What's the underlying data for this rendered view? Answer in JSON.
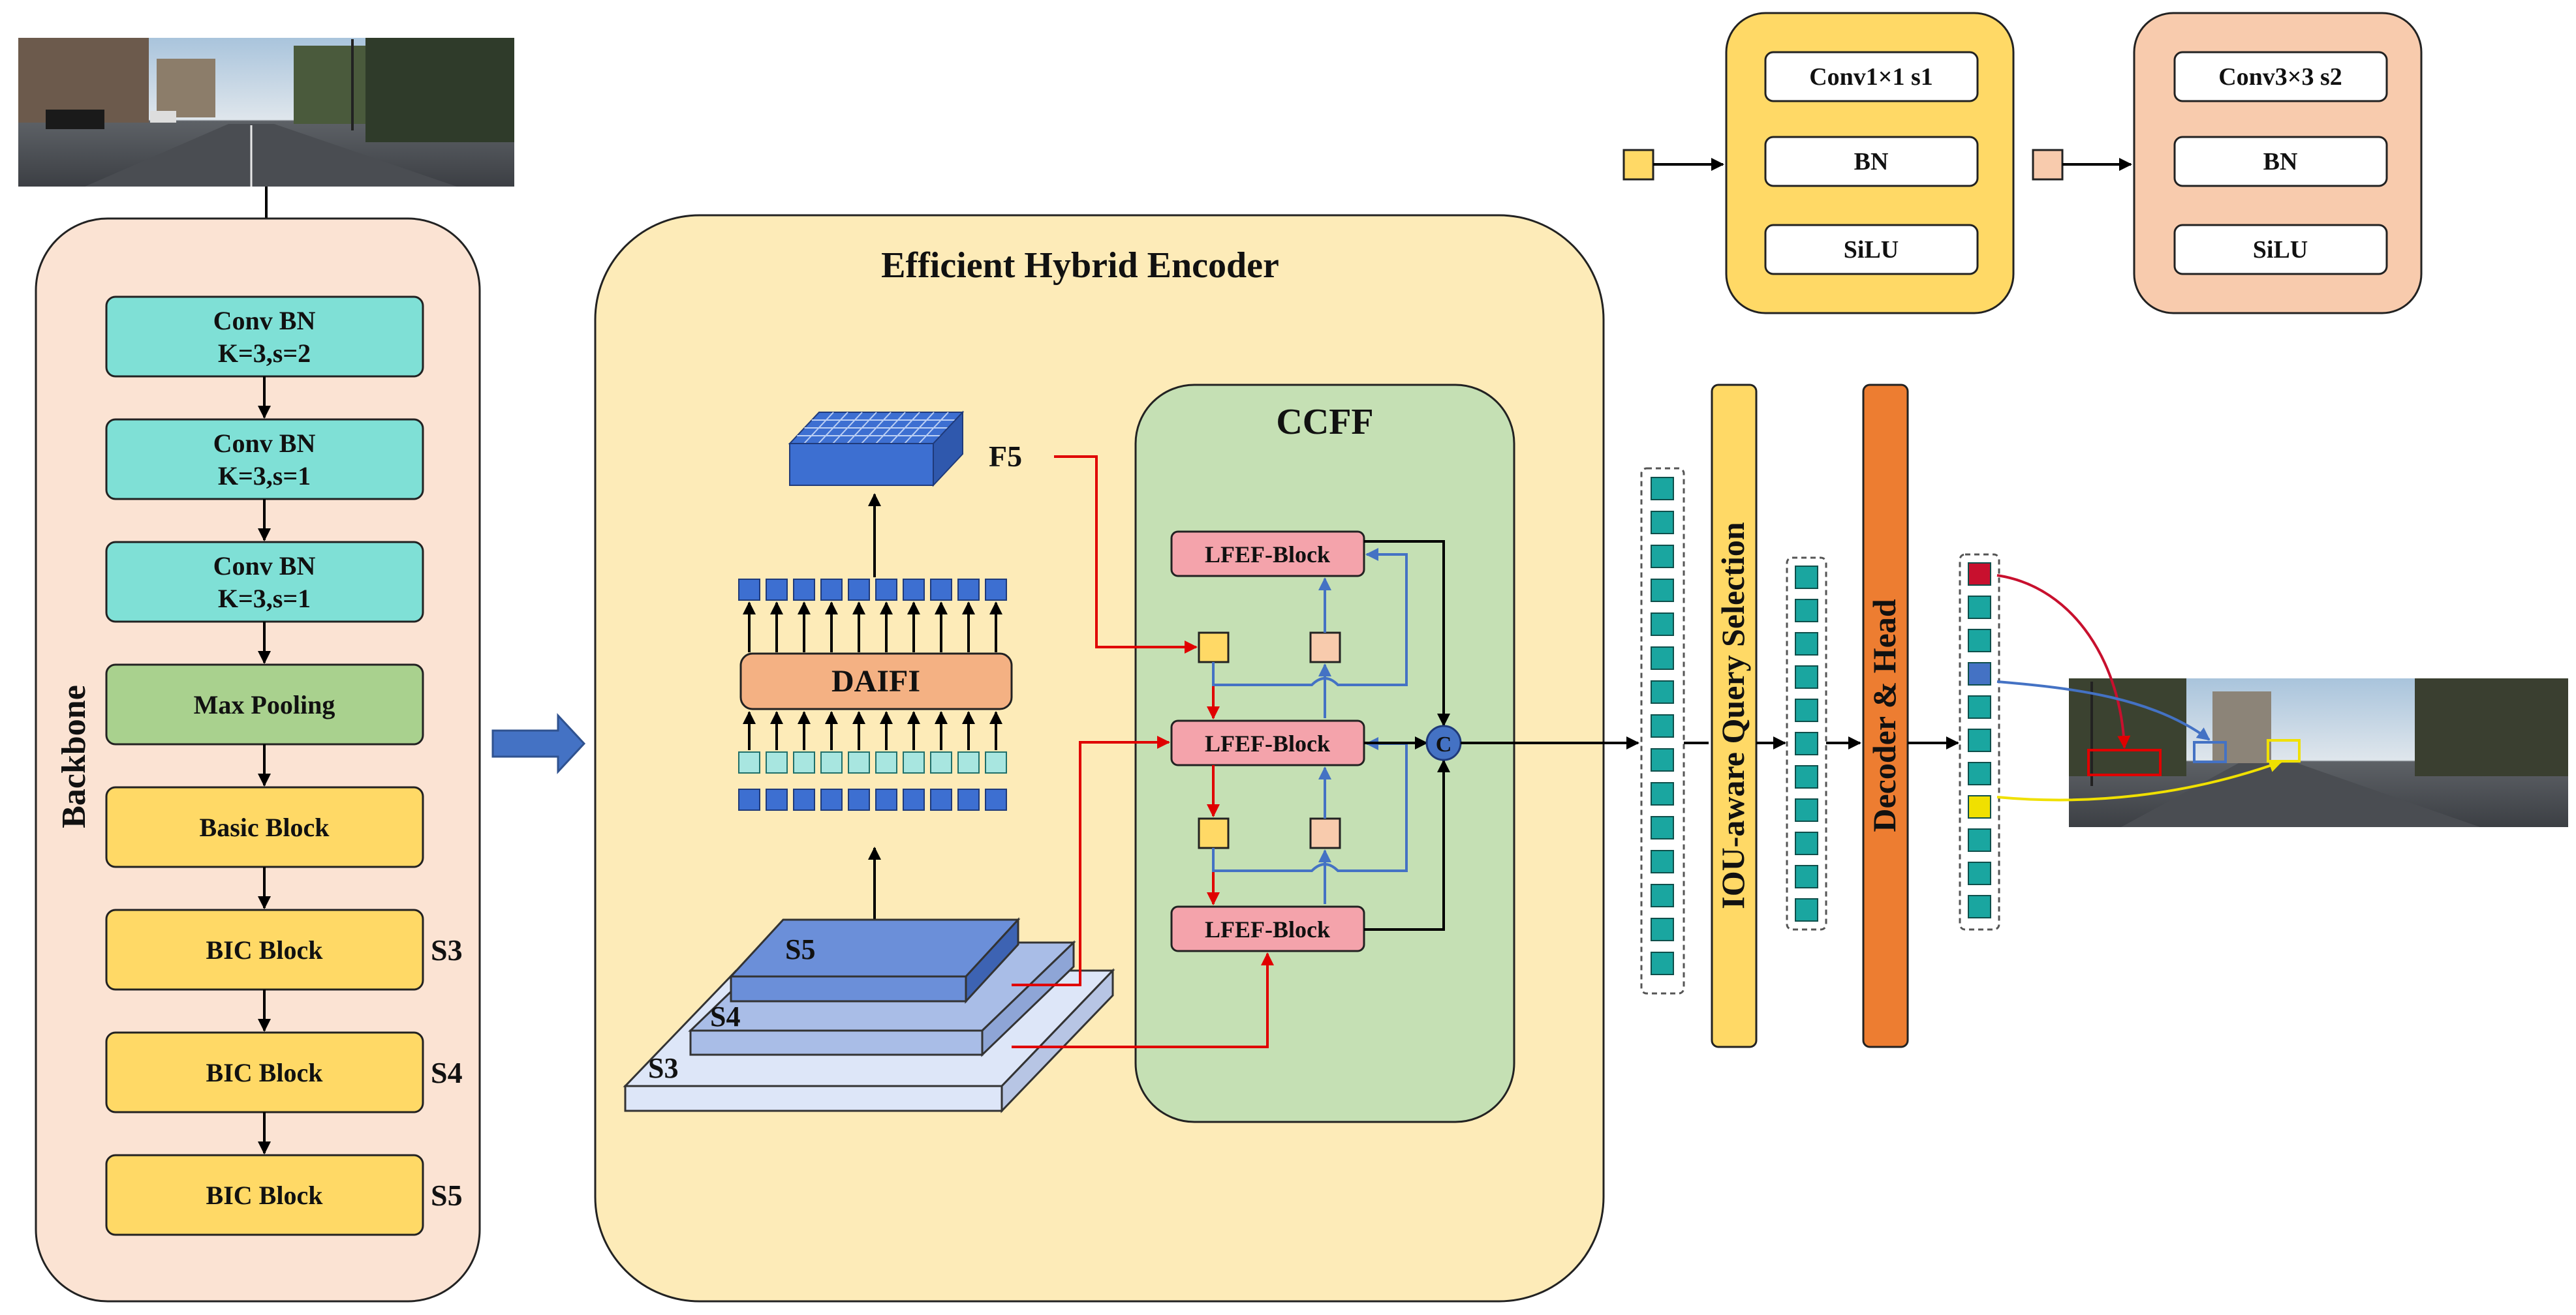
{
  "backbone": {
    "title": "Backbone",
    "blocks": [
      {
        "l1": "Conv BN",
        "l2": "K=3,s=2"
      },
      {
        "l1": "Conv BN",
        "l2": "K=3,s=1"
      },
      {
        "l1": "Conv BN",
        "l2": "K=3,s=1"
      },
      {
        "l1": "Max Pooling",
        "l2": ""
      },
      {
        "l1": "Basic Block",
        "l2": ""
      },
      {
        "l1": "BIC Block",
        "l2": ""
      },
      {
        "l1": "BIC Block",
        "l2": ""
      },
      {
        "l1": "BIC Block",
        "l2": ""
      }
    ],
    "stage_labels": [
      "S3",
      "S4",
      "S5"
    ]
  },
  "encoder": {
    "title": "Efficient Hybrid Encoder",
    "daifi_label": "DAIFI",
    "f5_label": "F5",
    "layer_labels": [
      "S5",
      "S4",
      "S3"
    ],
    "ccff_title": "CCFF",
    "lfef_label": "LFEF-Block",
    "concat_symbol": "C"
  },
  "legend": {
    "yellow_block": [
      "Conv1×1 s1",
      "BN",
      "SiLU"
    ],
    "peach_block": [
      "Conv3×3 s2",
      "BN",
      "SiLU"
    ]
  },
  "query_selection_label": "IOU-aware Query Selection",
  "decoder_label": "Decoder & Head",
  "colors": {
    "backbone_bg": "#fbe3d3",
    "encoder_bg": "#fdebb8",
    "ccff_bg": "#c5e0b4",
    "teal_block": "#7fe0d6",
    "green_block": "#a9d18e",
    "yellow_block": "#ffd966",
    "lfef_block": "#f4a3ab",
    "daifi_block": "#f4b183",
    "peach": "#f8cbad",
    "token_teal": "#1aa6a0",
    "decoder_orange": "#ed7d31",
    "blue": "#4472c4",
    "red": "#e00000"
  }
}
